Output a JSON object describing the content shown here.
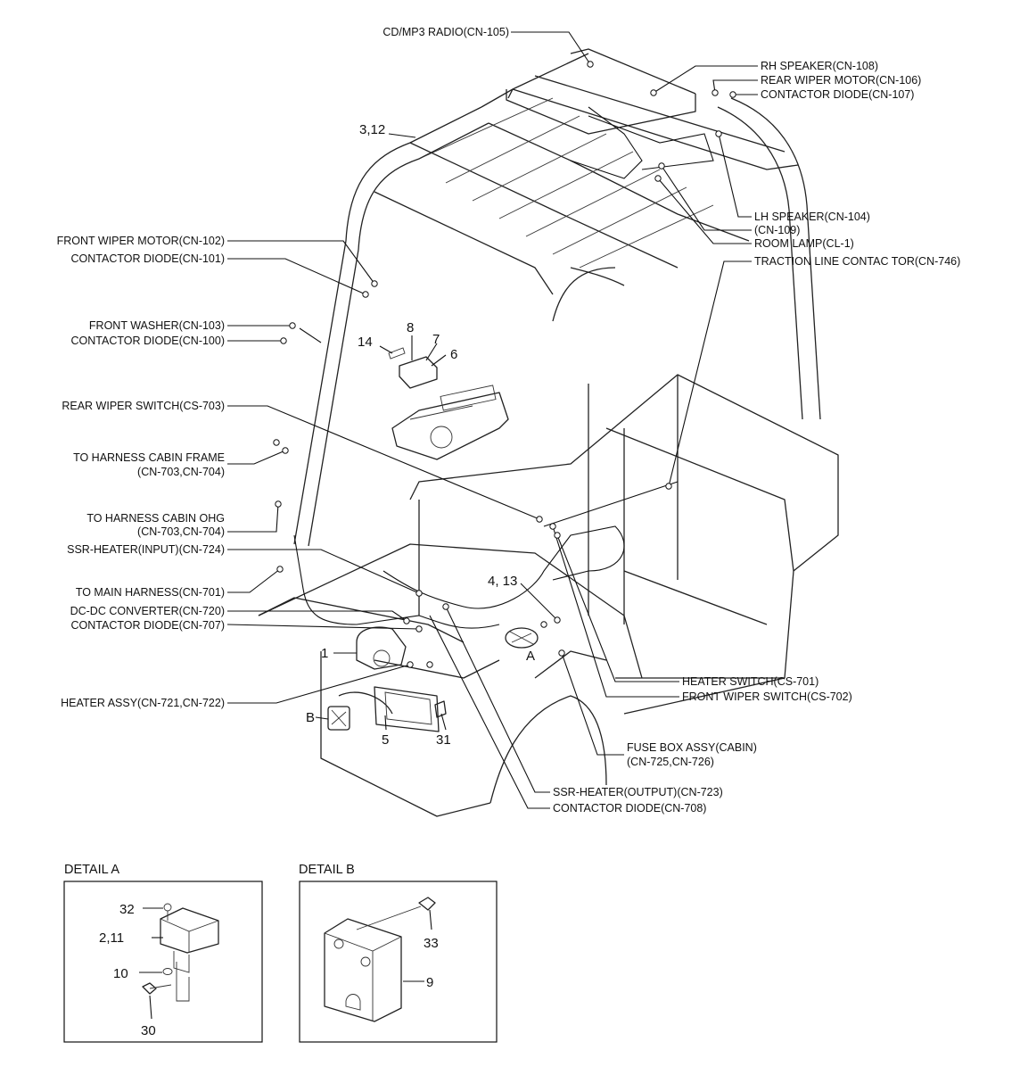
{
  "callouts": {
    "cd_radio": "CD/MP3 RADIO(CN-105)",
    "rh_speaker": "RH SPEAKER(CN-108)",
    "rear_wiper_motor": "REAR WIPER MOTOR(CN-106)",
    "contactor_diode_107": "CONTACTOR DIODE(CN-107)",
    "lh_speaker": "LH SPEAKER(CN-104)",
    "cn_109": "(CN-109)",
    "room_lamp": "ROOM LAMP(CL-1)",
    "traction_line": "TRACTION LINE CONTAC TOR(CN-746)",
    "front_wiper_motor": "FRONT WIPER MOTOR(CN-102)",
    "contactor_diode_101": "CONTACTOR DIODE(CN-101)",
    "front_washer": "FRONT WASHER(CN-103)",
    "contactor_diode_100": "CONTACTOR DIODE(CN-100)",
    "rear_wiper_switch": "REAR WIPER SWITCH(CS-703)",
    "harness_cabin_frame_1": "TO HARNESS CABIN FRAME",
    "harness_cabin_frame_2": "(CN-703,CN-704)",
    "harness_cabin_ohg_1": "TO HARNESS CABIN OHG",
    "harness_cabin_ohg_2": "(CN-703,CN-704)",
    "ssr_heater_input": "SSR-HEATER(INPUT)(CN-724)",
    "main_harness": "TO MAIN HARNESS(CN-701)",
    "dc_dc_converter": "DC-DC CONVERTER(CN-720)",
    "contactor_diode_707": "CONTACTOR DIODE(CN-707)",
    "heater_assy": "HEATER ASSY(CN-721,CN-722)",
    "heater_switch": "HEATER SWITCH(CS-701)",
    "front_wiper_switch": "FRONT WIPER SWITCH(CS-702)",
    "fuse_box_1": "FUSE BOX ASSY(CABIN)",
    "fuse_box_2": "(CN-725,CN-726)",
    "ssr_heater_output": "SSR-HEATER(OUTPUT)(CN-723)",
    "contactor_diode_708": "CONTACTOR DIODE(CN-708)"
  },
  "part_numbers": {
    "p3_12": "3,12",
    "p14": "14",
    "p8": "8",
    "p7": "7",
    "p6": "6",
    "p4_13": "4, 13",
    "pA": "A",
    "p1": "1",
    "pB": "B",
    "p5": "5",
    "p31": "31"
  },
  "detail_a": {
    "title": "DETAIL A",
    "p32": "32",
    "p2_11": "2,11",
    "p10": "10",
    "p30": "30"
  },
  "detail_b": {
    "title": "DETAIL B",
    "p33": "33",
    "p9": "9"
  }
}
